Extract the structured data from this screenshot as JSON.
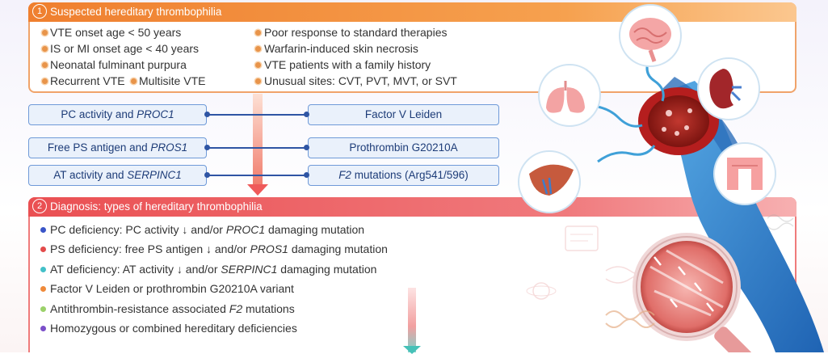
{
  "section1": {
    "number": "1",
    "title": "Suspected hereditary thrombophilia",
    "left_items": [
      "VTE onset age < 50 years",
      "IS or MI onset age < 40 years",
      "Neonatal fulminant purpura"
    ],
    "left_last_a": "Recurrent VTE",
    "left_last_b": "Multisite VTE",
    "right_items": [
      "Poor response to standard therapies",
      "Warfarin-induced skin necrosis",
      "VTE patients with a family history",
      "Unusual sites: CVT, PVT, MVT, or SVT"
    ]
  },
  "tests": {
    "left": [
      {
        "plain": "PC activity and ",
        "italic": "PROC1"
      },
      {
        "plain": "Free PS antigen and ",
        "italic": "PROS1"
      },
      {
        "plain": "AT activity and ",
        "italic": "SERPINC1"
      }
    ],
    "right": [
      {
        "italic": "",
        "plain": "Factor V Leiden"
      },
      {
        "italic": "",
        "plain": "Prothrombin G20210A"
      },
      {
        "italic": "F2",
        "plain": " mutations (Arg541/596)"
      }
    ]
  },
  "section2": {
    "number": "2",
    "title": "Diagnosis: types of hereditary thrombophilia",
    "rows": [
      {
        "a": "PC deficiency: PC activity ↓ and/or ",
        "i": "PROC1",
        "b": " damaging mutation",
        "color": "#3a55c8"
      },
      {
        "a": "PS deficiency: free PS antigen ↓ and/or ",
        "i": "PROS1",
        "b": " damaging mutation",
        "color": "#e34b4b"
      },
      {
        "a": "AT deficiency: AT activity ↓ and/or ",
        "i": "SERPINC1",
        "b": " damaging mutation",
        "color": "#43c0c8"
      },
      {
        "a": "Factor V Leiden or prothrombin G20210A variant",
        "i": "",
        "b": "",
        "color": "#ef8a3a"
      },
      {
        "a": "Antithrombin-resistance associated ",
        "i": "F2",
        "b": " mutations",
        "color": "#9bd16a"
      },
      {
        "a": "Homozygous or combined hereditary deficiencies",
        "i": "",
        "b": "",
        "color": "#7b4fc9"
      }
    ]
  },
  "colors": {
    "section1_accent": "#ef7f2f",
    "section2_accent": "#ea4f52",
    "pill_border": "#6f9ad8",
    "connector": "#2f55a4"
  },
  "icons": [
    "brain-icon",
    "lungs-icon",
    "kidney-icon",
    "liver-icon",
    "intestine-icon",
    "blood-vessel-icon",
    "magnifier-icon",
    "dna-icon"
  ]
}
